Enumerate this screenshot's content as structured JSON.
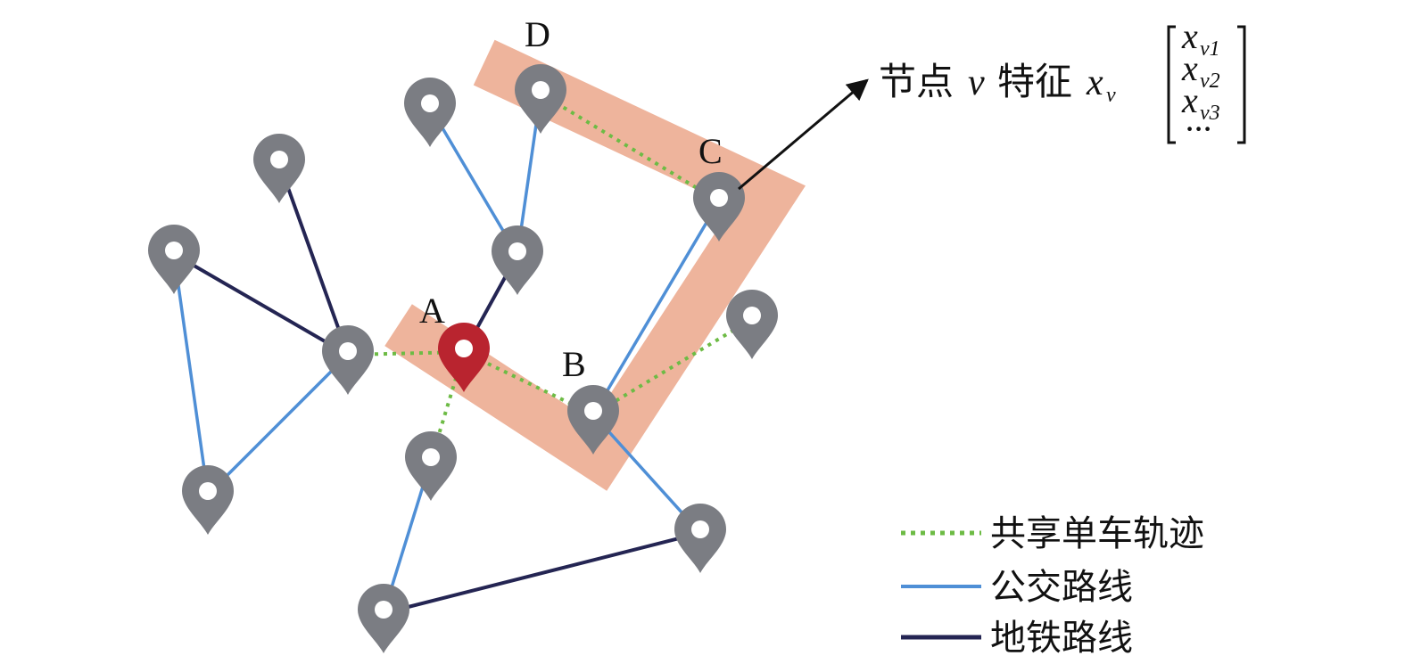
{
  "nodes": {
    "A": {
      "label": "A"
    },
    "B": {
      "label": "B"
    },
    "C": {
      "label": "C"
    },
    "D": {
      "label": "D"
    }
  },
  "feature": {
    "prefix": "节点",
    "var": "v",
    "mid": "特征",
    "xv": "x",
    "xv_sub": "v",
    "vector": [
      {
        "main": "x",
        "sub": "v1"
      },
      {
        "main": "x",
        "sub": "v2"
      },
      {
        "main": "x",
        "sub": "v3"
      },
      {
        "main": "···",
        "sub": ""
      }
    ]
  },
  "legend": [
    {
      "label": "共享单车轨迹",
      "color": "#6dbb45",
      "style": "dotted"
    },
    {
      "label": "公交路线",
      "color": "#4f8fd6",
      "style": "solid"
    },
    {
      "label": "地铁路线",
      "color": "#242553",
      "style": "solid"
    }
  ],
  "colors": {
    "pin": "#7b7d83",
    "pin_highlight": "#b9242f",
    "highlight_band": "#eeb49c",
    "bike": "#6dbb45",
    "bus": "#4f8fd6",
    "subway": "#242553"
  }
}
